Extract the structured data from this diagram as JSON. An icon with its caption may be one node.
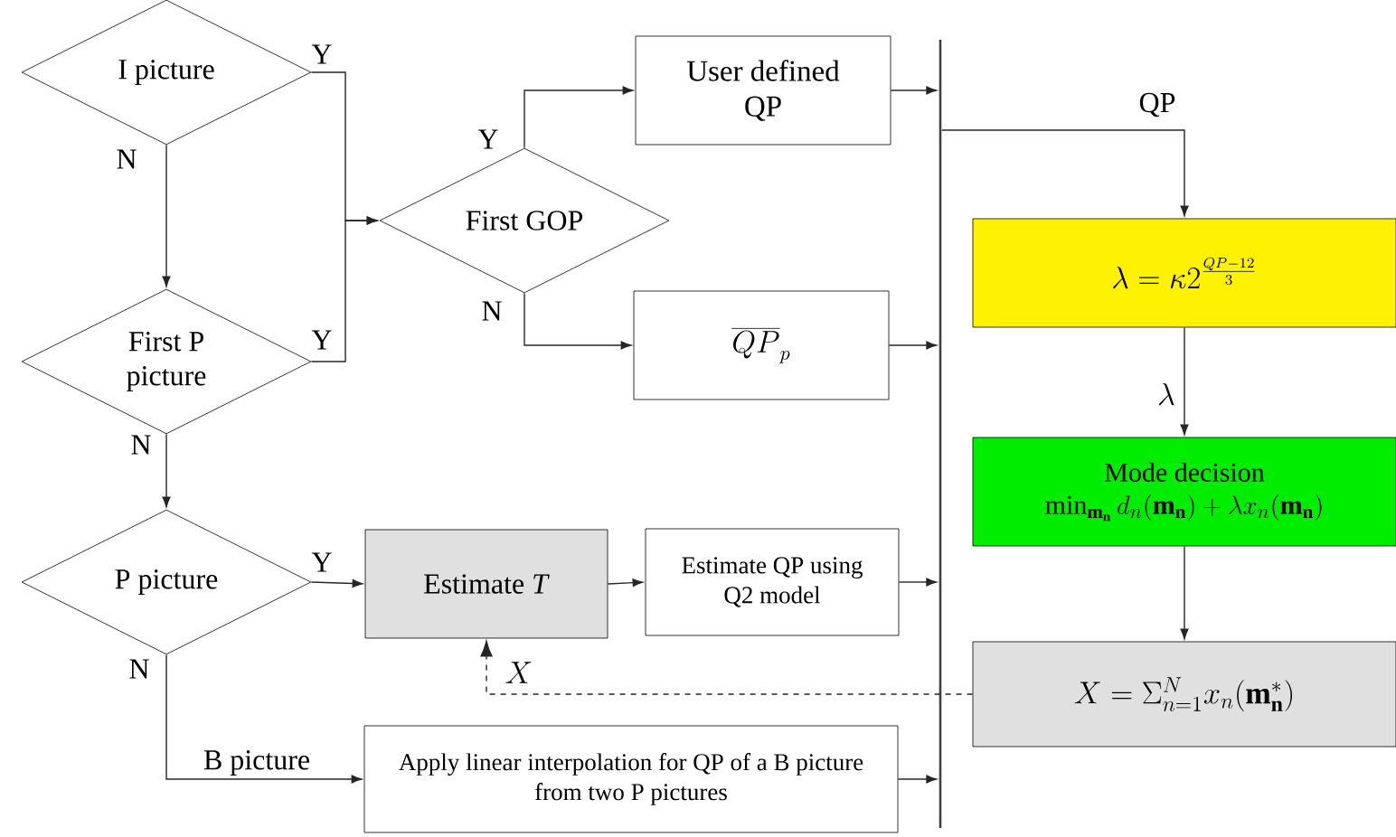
{
  "diagram": {
    "nodes": [
      {
        "text": [
          "I picture"
        ]
      },
      {
        "text": [
          "First P picture"
        ]
      },
      {
        "text": [
          "First GOP"
        ]
      },
      {
        "text": [
          "User defined QP"
        ]
      },
      {
        "text": [
          "\\overline{QP}_p"
        ]
      },
      {
        "text": [
          "P picture"
        ]
      },
      {
        "text": [
          "Estimate *T*"
        ]
      },
      {
        "text": [
          "Estimate QP using Q2 model"
        ]
      },
      {
        "text": [
          "Apply linear interpolation for QP of a B picture from two P pictures"
        ]
      },
      {
        "text": [],
        "shape": "bar"
      },
      {
        "text": [
          "\\lambda = \\kappa 2^{\\frac{QP-12}{3}}"
        ]
      },
      {
        "text": [
          "Mode decision",
          "\\min_{\\mathbf{m_n}} d_n(\\mathbf{m_n}) + \\lambda x_n(\\mathbf{m_n})"
        ]
      },
      {
        "text": [
          "X = \\Sigma_{n=1}^{N} x_n(\\mathbf{m}^{*}_{\\mathbf{n}})"
        ]
      }
    ],
    "edges": [
      {
        "from": 0,
        "to": 2,
        "arrow": "to",
        "label": "Y"
      },
      {
        "from": 0,
        "to": 1,
        "arrow": "to",
        "label": "N"
      },
      {
        "from": 1,
        "to": 2,
        "arrow": "to",
        "label": "Y"
      },
      {
        "from": 1,
        "to": 5,
        "arrow": "to",
        "label": "N"
      },
      {
        "from": 2,
        "to": 3,
        "arrow": "to",
        "label": "Y"
      },
      {
        "from": 2,
        "to": 4,
        "arrow": "to",
        "label": "N"
      },
      {
        "from": 5,
        "to": 6,
        "arrow": "to",
        "label": "Y"
      },
      {
        "from": 5,
        "to": 8,
        "arrow": "to",
        "label": "B picture"
      },
      {
        "from": 6,
        "to": 7,
        "arrow": "to"
      },
      {
        "from": 3,
        "to": 9,
        "arrow": "to"
      },
      {
        "from": 4,
        "to": 9,
        "arrow": "to"
      },
      {
        "from": 7,
        "to": 9,
        "arrow": "to"
      },
      {
        "from": 8,
        "to": 9,
        "arrow": "to"
      },
      {
        "from": 9,
        "to": 10,
        "arrow": "to",
        "label": "QP"
      },
      {
        "from": 10,
        "to": 11,
        "arrow": "to",
        "label": "\\lambda"
      },
      {
        "from": 11,
        "to": 12,
        "arrow": "to"
      },
      {
        "from": 12,
        "to": 6,
        "arrow": "to",
        "label": "X",
        "style": "dashed"
      }
    ],
    "labels": [
      "N"
    ]
  }
}
